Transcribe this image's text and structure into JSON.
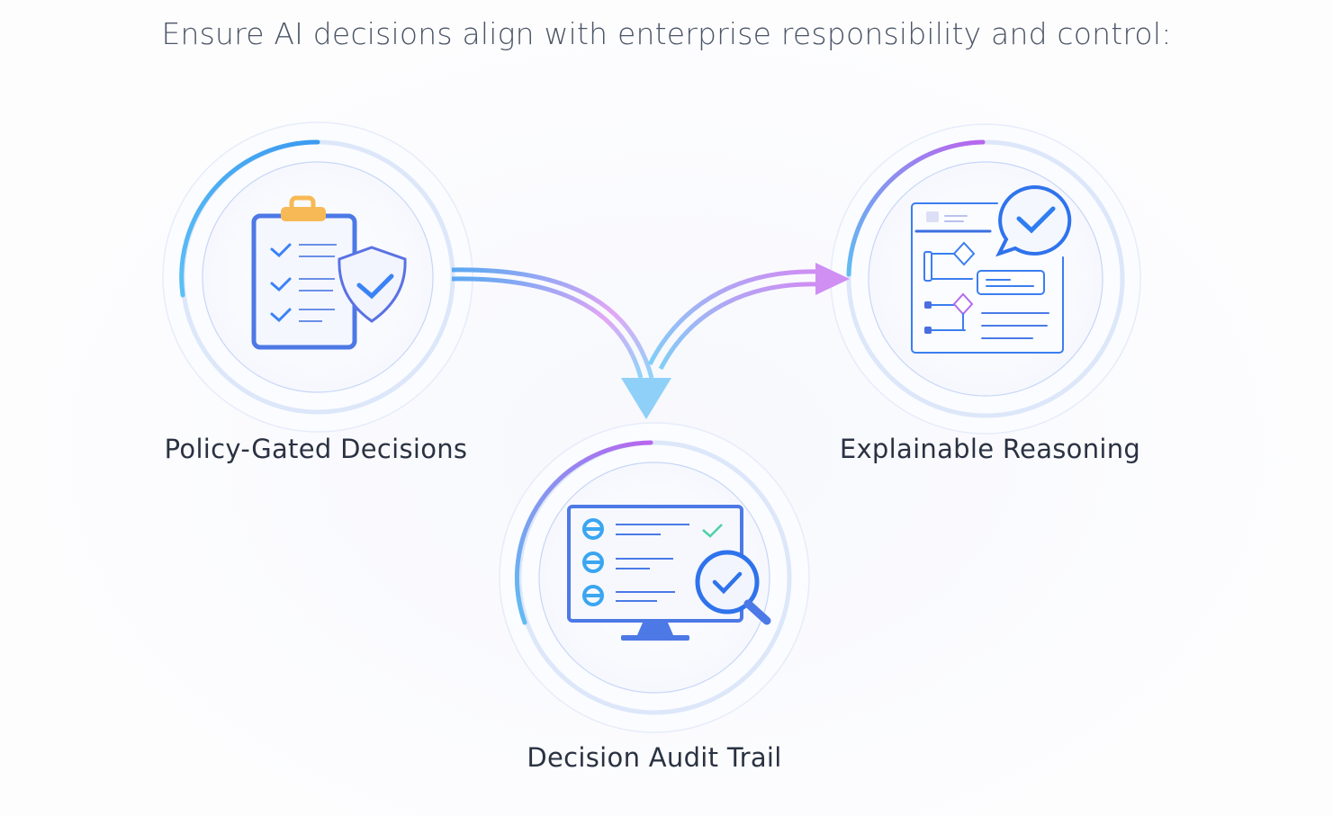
{
  "title": "Ensure AI decisions align with enterprise responsibility and control:",
  "nodes": [
    {
      "label": "Policy-Gated Decisions",
      "icon": "clipboard-shield-icon"
    },
    {
      "label": "Decision Audit Trail",
      "icon": "monitor-magnifier-icon"
    },
    {
      "label": "Explainable Reasoning",
      "icon": "flowchart-speech-check-icon"
    }
  ],
  "colors": {
    "blue": "#3b82f6",
    "cyan": "#4fb8f0",
    "purple": "#b06cf0",
    "orange": "#f7b955",
    "text": "#2a3242"
  }
}
